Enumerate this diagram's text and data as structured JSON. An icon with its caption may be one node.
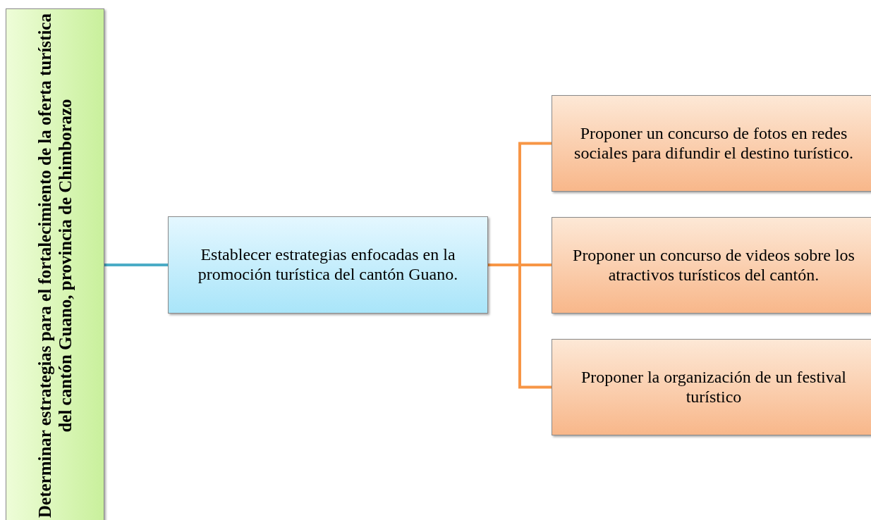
{
  "diagram": {
    "nodes": [
      {
        "text": [
          "Determinar estrategias para el fortalecimiento de la oferta turística del cantón Guano, provincia de Chimborazo"
        ]
      },
      {
        "text": [
          "Establecer estrategias enfocadas en la promoción turística del cantón Guano."
        ]
      },
      {
        "text": [
          "Proponer un concurso de fotos en redes sociales para difundir el destino turístico."
        ]
      },
      {
        "text": [
          "Proponer un concurso de videos sobre los atractivos turísticos del cantón."
        ]
      },
      {
        "text": [
          "Proponer la organización de un festival turístico"
        ]
      }
    ],
    "edges": [
      {
        "from": 0,
        "to": 1,
        "arrow": "none",
        "color": "#4bacc6"
      },
      {
        "from": 1,
        "to": 2,
        "arrow": "none"
      },
      {
        "from": 1,
        "to": 3,
        "arrow": "none"
      },
      {
        "from": 1,
        "to": 4,
        "arrow": "none"
      }
    ]
  }
}
